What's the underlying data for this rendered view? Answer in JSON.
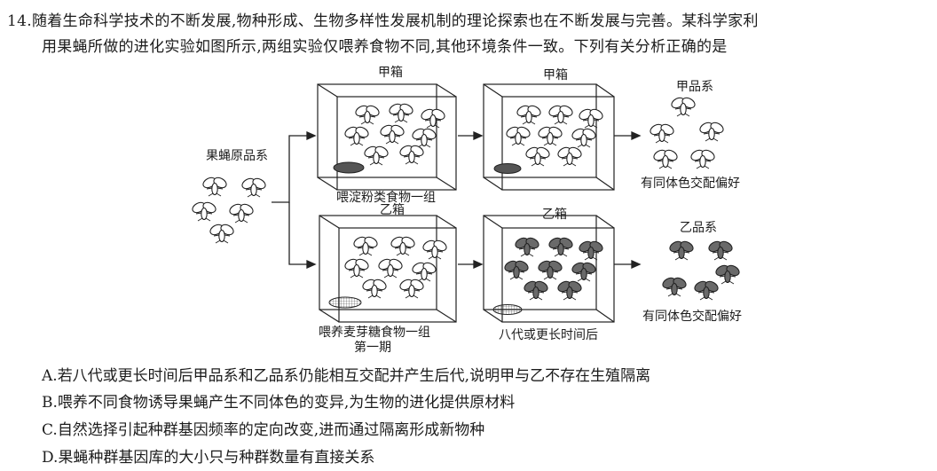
{
  "question": {
    "number": "14.",
    "line1": "随着生命科学技术的不断发展,物种形成、生物多样性发展机制的理论探索也在不断发展与完善。某科学家利",
    "line2": "用果蝇所做的进化实验如图所示,两组实验仅喂养食物不同,其他环境条件一致。下列有关分析正确的是"
  },
  "diagram": {
    "origin_label": "果蝇原品系",
    "box_jia_label": "甲箱",
    "box_yi_label": "乙箱",
    "starch_group_label": "喂淀粉类食物一组",
    "maltose_group_label": "喂养麦芽糖食物一组",
    "first_period_label": "第一期",
    "later_period_label": "八代或更长时间后",
    "strain_jia_label": "甲品系",
    "strain_yi_label": "乙品系",
    "mating_pref_label": "有同体色交配偏好"
  },
  "options": [
    {
      "letter": "A.",
      "text": "若八代或更长时间后甲品系和乙品系仍能相互交配并产生后代,说明甲与乙不存在生殖隔离"
    },
    {
      "letter": "B.",
      "text": "喂养不同食物诱导果蝇产生不同体色的变异,为生物的进化提供原材料"
    },
    {
      "letter": "C.",
      "text": "自然选择引起种群基因频率的定向改变,进而通过隔离形成新物种"
    },
    {
      "letter": "D.",
      "text": "果蝇种群基因库的大小只与种群数量有直接关系"
    }
  ]
}
